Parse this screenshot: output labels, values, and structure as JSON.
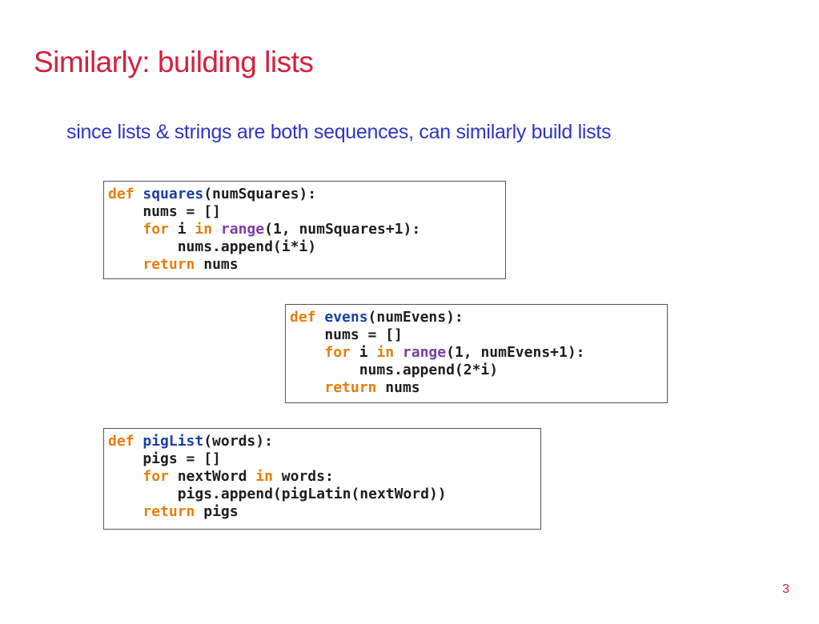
{
  "slide": {
    "title": "Similarly: building lists",
    "subtitle": "since lists & strings are both sequences, can similarly build lists",
    "page_number": "3"
  },
  "colors": {
    "title": "#d4203c",
    "subtitle": "#2e35c8",
    "keyword": "#e87d0a",
    "function_name": "#1c3fa8",
    "builtin": "#7a3da8",
    "code_text": "#1e1e1e"
  },
  "code_blocks": [
    {
      "name": "squares",
      "lines": [
        [
          {
            "t": "def",
            "c": "kw"
          },
          {
            "t": " "
          },
          {
            "t": "squares",
            "c": "fn"
          },
          {
            "t": "(numSquares):"
          }
        ],
        [
          {
            "t": "    nums = []"
          }
        ],
        [
          {
            "t": "    "
          },
          {
            "t": "for",
            "c": "kw"
          },
          {
            "t": " i "
          },
          {
            "t": "in",
            "c": "kw"
          },
          {
            "t": " "
          },
          {
            "t": "range",
            "c": "bi"
          },
          {
            "t": "(1, numSquares+1):"
          }
        ],
        [
          {
            "t": "        nums.append(i*i)"
          }
        ],
        [
          {
            "t": "    "
          },
          {
            "t": "return",
            "c": "kw"
          },
          {
            "t": " nums"
          }
        ]
      ]
    },
    {
      "name": "evens",
      "lines": [
        [
          {
            "t": "def",
            "c": "kw"
          },
          {
            "t": " "
          },
          {
            "t": "evens",
            "c": "fn"
          },
          {
            "t": "(numEvens):"
          }
        ],
        [
          {
            "t": "    nums = []"
          }
        ],
        [
          {
            "t": "    "
          },
          {
            "t": "for",
            "c": "kw"
          },
          {
            "t": " i "
          },
          {
            "t": "in",
            "c": "kw"
          },
          {
            "t": " "
          },
          {
            "t": "range",
            "c": "bi"
          },
          {
            "t": "(1, numEvens+1):"
          }
        ],
        [
          {
            "t": "        nums.append(2*i)"
          }
        ],
        [
          {
            "t": "    "
          },
          {
            "t": "return",
            "c": "kw"
          },
          {
            "t": " nums"
          }
        ]
      ]
    },
    {
      "name": "piglist",
      "lines": [
        [
          {
            "t": "def",
            "c": "kw"
          },
          {
            "t": " "
          },
          {
            "t": "pigList",
            "c": "fn"
          },
          {
            "t": "(words):"
          }
        ],
        [
          {
            "t": "    pigs = []"
          }
        ],
        [
          {
            "t": "    "
          },
          {
            "t": "for",
            "c": "kw"
          },
          {
            "t": " nextWord "
          },
          {
            "t": "in",
            "c": "kw"
          },
          {
            "t": " words:"
          }
        ],
        [
          {
            "t": "        pigs.append(pigLatin(nextWord))"
          }
        ],
        [
          {
            "t": "    "
          },
          {
            "t": "return",
            "c": "kw"
          },
          {
            "t": " pigs"
          }
        ]
      ]
    }
  ]
}
